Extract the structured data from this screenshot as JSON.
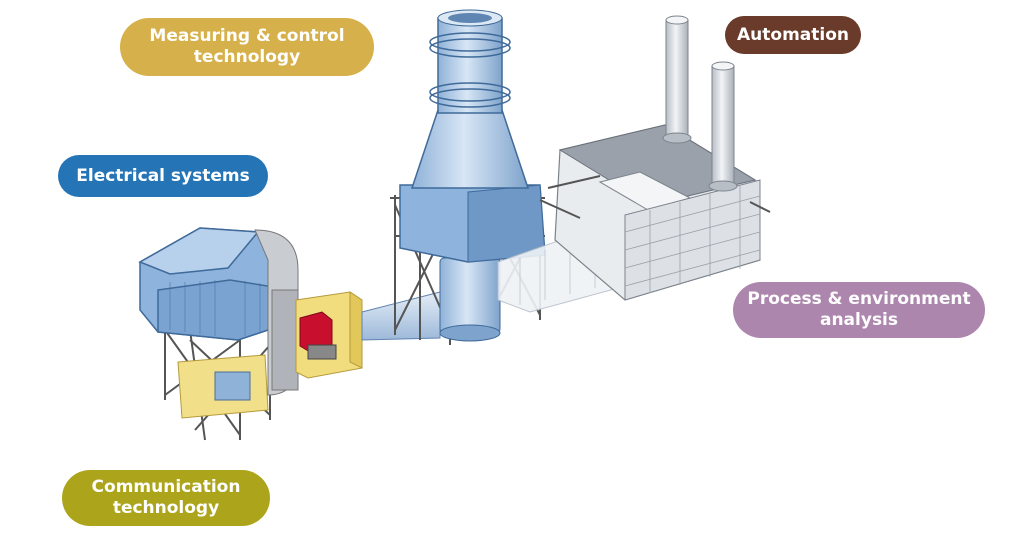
{
  "labels": {
    "measuring": "Measuring & control\ntechnology",
    "electrical": "Electrical systems",
    "communication": "Communication\ntechnology",
    "automation": "Automation",
    "process": "Process & environment\nanalysis"
  },
  "colors": {
    "measuring": "#d6b04a",
    "electrical": "#2574b6",
    "communication": "#aca51c",
    "automation": "#6a3a2a",
    "process": "#ad86ad"
  }
}
